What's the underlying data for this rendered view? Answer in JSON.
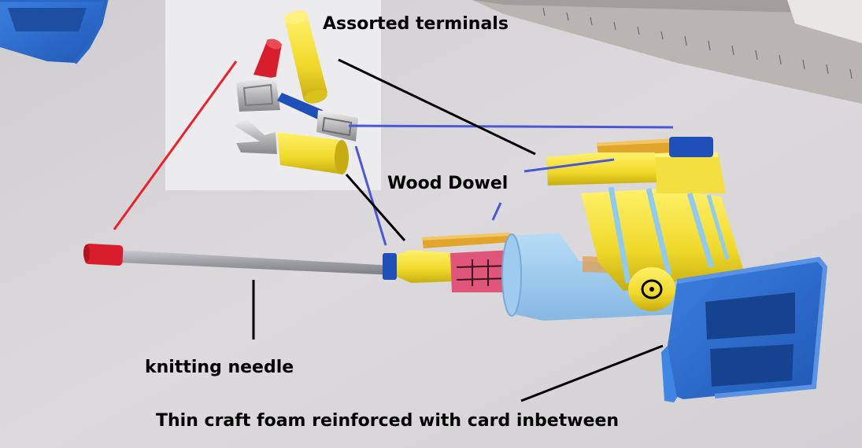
{
  "labels": {
    "assorted_terminals": "Assorted terminals",
    "wood_dowel": "Wood Dowel",
    "knitting_needle": "knitting needle",
    "craft_foam": "Thin craft foam reinforced with card inbetween"
  },
  "colors": {
    "background": "#d9d7d9",
    "foam_blue": "#2d6fd0",
    "foam_light_blue": "#9ecbee",
    "foam_yellow": "#e9d63a",
    "foam_pink": "#e0567a",
    "terminal_yellow": "#f2dc2a",
    "terminal_red": "#d81e2c",
    "terminal_blue": "#1f4fb8",
    "needle_grey": "#a6a8ad",
    "red_line": "#ee1f2a",
    "blue_line": "#4a58d8",
    "black_line": "#000000"
  }
}
